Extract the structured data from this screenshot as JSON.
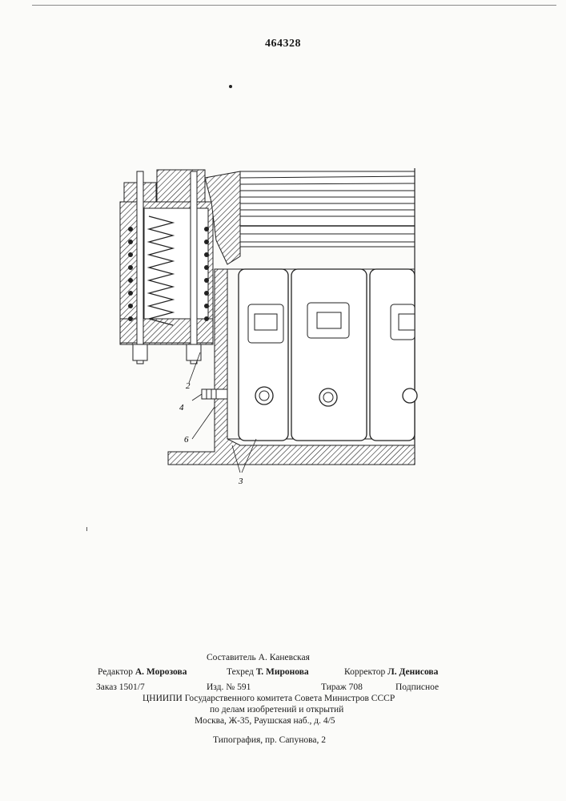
{
  "patent_number": "464328",
  "figure_labels": {
    "l2": "2",
    "l4": "4",
    "l6": "6",
    "l3": "3"
  },
  "imprint": {
    "compiler": "Составитель А. Каневская",
    "editor_role": "Редактор",
    "editor_name": "А. Морозова",
    "techred_role": "Техред",
    "techred_name": "Т. Миронова",
    "corrector_role": "Корректор",
    "corrector_name": "Л. Денисова",
    "order": "Заказ 1501/7",
    "edition": "Изд. № 591",
    "circulation": "Тираж 708",
    "subscription": "Подписное",
    "org_line1": "ЦНИИПИ Государственного комитета Совета Министров СССР",
    "org_line2": "по делам изобретений и открытий",
    "address": "Москва, Ж-35, Раушская наб., д. 4/5",
    "printer": "Типография, пр. Сапунова, 2"
  }
}
